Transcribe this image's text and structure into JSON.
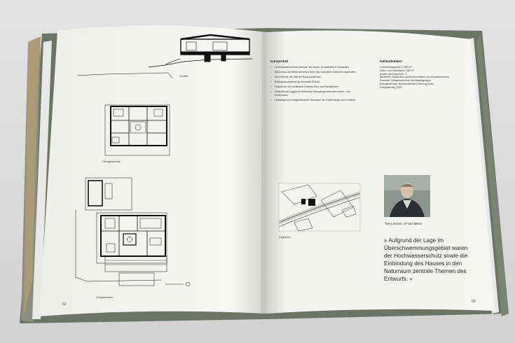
{
  "left_page": {
    "captions": {
      "section": "Schnitt",
      "upper_floor": "Obergeschoss",
      "ground_floor": "Erdgeschoss"
    },
    "page_number": "62"
  },
  "right_page": {
    "profile": {
      "heading": "Kurzporträt",
      "items": [
        "Hochwassersicherer Neubau auf einem Grundstück in Flussnähe",
        "Wohnhaus auf Betonscheiben über das natürliche Gelände angehoben",
        "Wohnebene als offenes Raumkontinuum",
        "Einliegerapartment als separate Einheit",
        "Holzdecke mit sichtbaren Untersichten und Stahlstützen",
        "Umlaufende Loggia für fließende Übergänge zwischen Innen- und Außenraum",
        "Holzstege und aufgeständerte Terrassen als Gartenwege und Freisitze"
      ]
    },
    "building_data": {
      "heading": "Gebäudedaten",
      "items": [
        "Grundstücksgröße: 1.050 m²",
        "Wohn- und Nutzfläche: 282 m²",
        "Anzahl der Bewohner: 2",
        "Bauweise: Massivbau auf Betonscheiben (Hochwasserschutz)",
        "Fassade: Vollwärmeschutz mit Metallagerputz",
        "Energiekonzept: Brennstoffzellen-Heizung (Gas)",
        "Fertigstellung: 2020"
      ]
    },
    "site_plan_caption": "Lageplan",
    "portrait_caption": "Tom Lechner, LP architektur",
    "quote": "» Aufgrund der Lage im Überschwemmungsgebiet waren der Hochwasserschutz sowie die Einbindung des Hauses in den Naturraum zentrale Themen des Entwurfs. «",
    "page_number": "63"
  },
  "colors": {
    "background": "#dcdcdc",
    "paper": "#f4f4f2",
    "accent_bullet": "#c28a3a",
    "book_edge": "#5f6a55"
  }
}
